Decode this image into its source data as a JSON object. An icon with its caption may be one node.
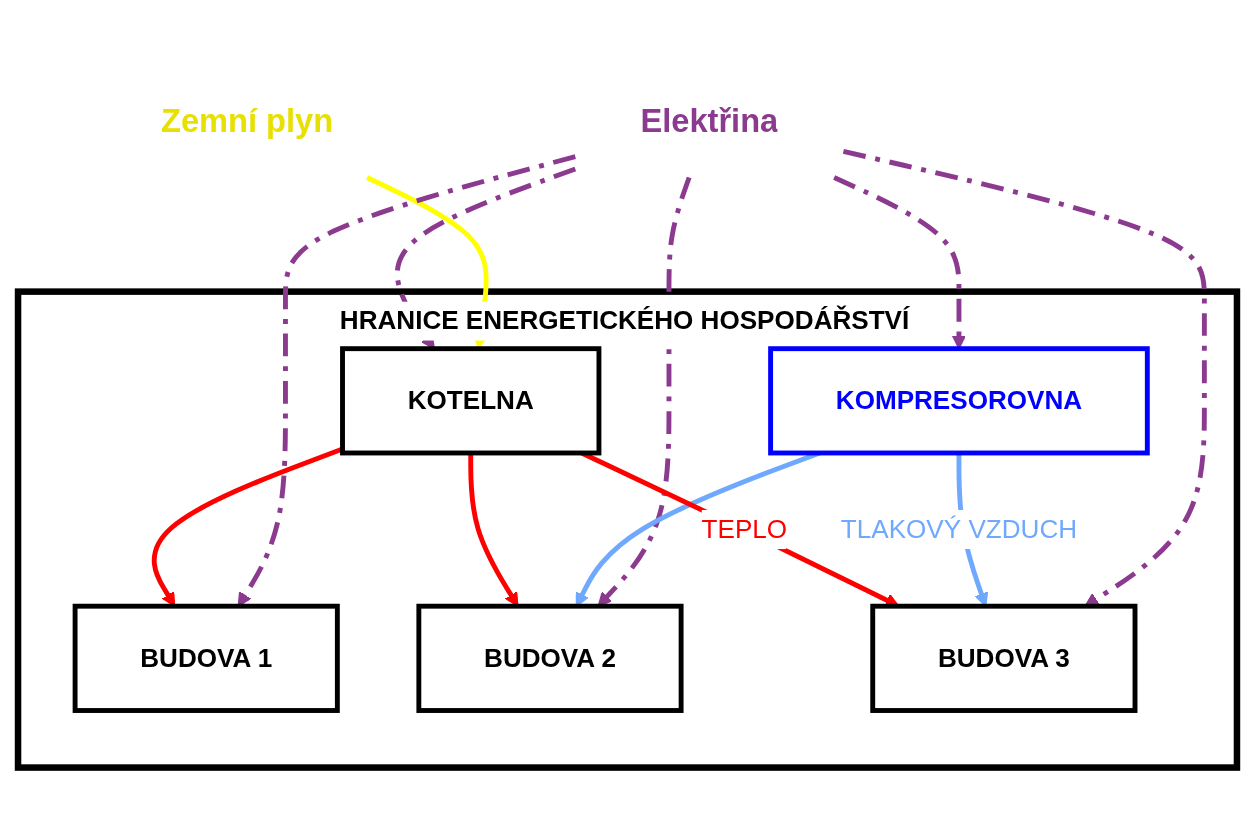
{
  "diagram": {
    "nodes": [
      {
        "text": [
          "HRANICE ENERGETICKÉHO HOSPODÁŘSTVÍ"
        ]
      },
      {
        "text": [
          "Zemní plyn"
        ]
      },
      {
        "text": [
          "Elektřina"
        ]
      },
      {
        "text": [
          "KOTELNA"
        ],
        "in": 0
      },
      {
        "text": [
          "KOMPRESOROVNA"
        ],
        "in": 0
      },
      {
        "text": [
          "BUDOVA 1"
        ],
        "in": 0
      },
      {
        "text": [
          "BUDOVA 2"
        ],
        "in": 0
      },
      {
        "text": [
          "BUDOVA 3"
        ],
        "in": 0
      }
    ],
    "edges": [
      {
        "from": 1,
        "to": 3,
        "arrow": "to",
        "color": "#ffff00"
      },
      {
        "from": 2,
        "to": 3,
        "arrow": "to",
        "style": "dashed"
      },
      {
        "from": 2,
        "to": 4,
        "arrow": "to",
        "style": "dashed"
      },
      {
        "from": 2,
        "to": 5,
        "arrow": "to",
        "style": "dashed"
      },
      {
        "from": 2,
        "to": 6,
        "arrow": "to",
        "style": "dashed"
      },
      {
        "from": 2,
        "to": 7,
        "arrow": "to",
        "style": "dashed"
      },
      {
        "from": 4,
        "to": 6,
        "arrow": "to",
        "color": "#6fa8ff"
      },
      {
        "from": 4,
        "to": 7,
        "label": "TLAKOVÝ VZDUCH",
        "arrow": "to",
        "color": "#6fa8ff"
      },
      {
        "from": 3,
        "to": 5,
        "arrow": "to",
        "color": "#ff0000"
      },
      {
        "from": 3,
        "to": 6,
        "arrow": "to",
        "color": "#ff0000"
      },
      {
        "from": 3,
        "to": 7,
        "label": "TEPLO",
        "arrow": "to",
        "color": "#ff0000"
      }
    ]
  }
}
